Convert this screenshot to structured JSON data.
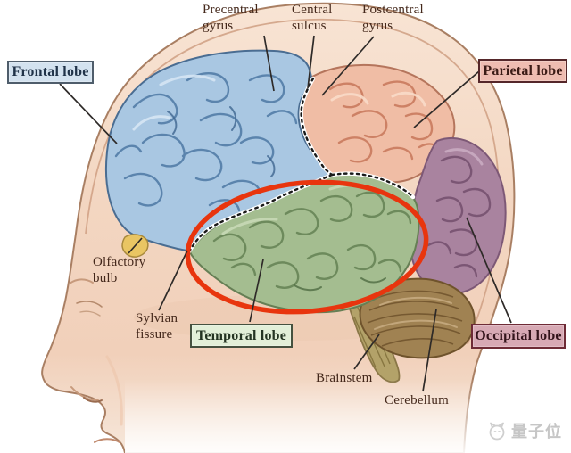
{
  "diagram": {
    "annotations": {
      "precentral_gyrus": "Precentral\ngyrus",
      "central_sulcus": "Central\nsulcus",
      "postcentral_gyrus": "Postcentral\ngyrus",
      "olfactory_bulb": "Olfactory\nbulb",
      "sylvian_fissure": "Sylvian\nfissure",
      "brainstem": "Brainstem",
      "cerebellum": "Cerebellum"
    },
    "lobe_boxes": {
      "frontal": {
        "label": "Frontal lobe",
        "fill": "#d3e2ef",
        "border": "#4f5d6b",
        "text_color": "#203349"
      },
      "parietal": {
        "label": "Parietal lobe",
        "fill": "#efbcb1",
        "border": "#55272a",
        "text_color": "#3c1b16"
      },
      "temporal": {
        "label": "Temporal lobe",
        "fill": "#e2efd8",
        "border": "#45513f",
        "text_color": "#243422"
      },
      "occipital": {
        "label": "Occipital lobe",
        "fill": "#d7a9b4",
        "border": "#6e2b36",
        "text_color": "#33141b"
      }
    },
    "region_colors": {
      "frontal_lobe": "#a9c7e2",
      "parietal_lobe": "#f0bda5",
      "occipital_lobe": "#a9839f",
      "temporal_lobe": "#a4bd90",
      "cerebellum": "#a08252",
      "brainstem": "#b3a269",
      "olfactory_bulb": "#e9c563",
      "skin": "#f3d6c1"
    },
    "highlight": {
      "shape": "ellipse",
      "color": "#e8350e",
      "around": "Temporal lobe"
    },
    "watermark": {
      "text": "量子位"
    }
  }
}
